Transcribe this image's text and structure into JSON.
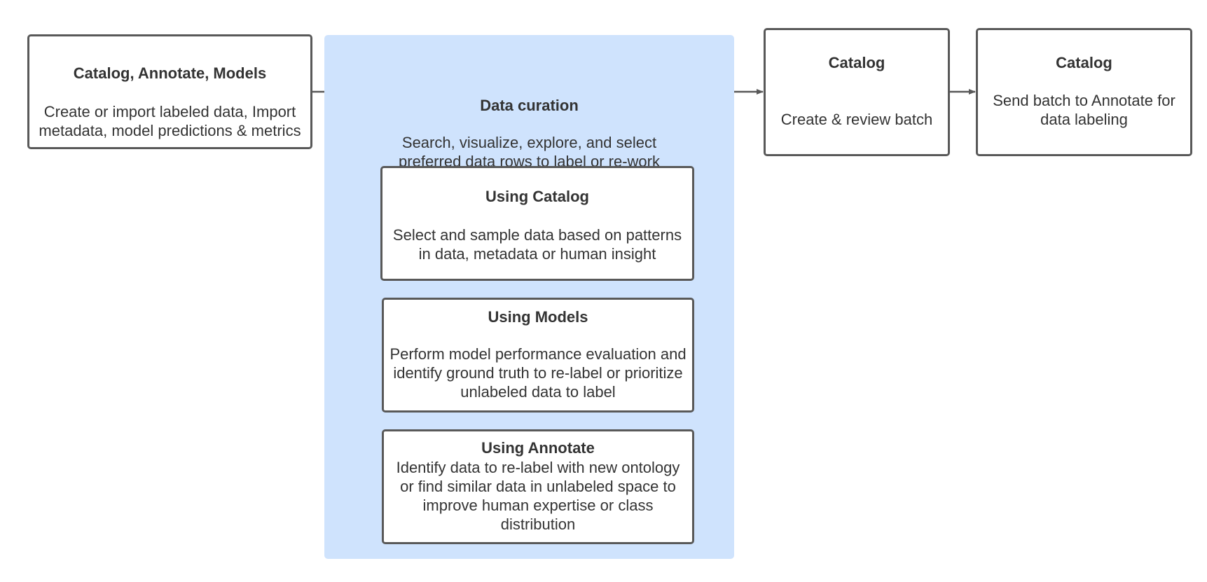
{
  "source": {
    "title": "Catalog, Annotate, Models",
    "desc_lines": [
      "Create or import labeled data, Import",
      "metadata, model predictions & metrics"
    ]
  },
  "curation": {
    "title": "Data curation",
    "desc_lines": [
      "Search, visualize, explore, and select",
      "preferred data rows to label or re-work"
    ],
    "cards": [
      {
        "title": "Using Catalog",
        "desc_lines": [
          "Select and sample data based on patterns",
          "in data, metadata or human insight"
        ]
      },
      {
        "title": "Using Models",
        "desc_lines": [
          "Perform model performance evaluation and",
          "identify ground truth to re-label or prioritize",
          "unlabeled data to label"
        ]
      },
      {
        "title": "Using Annotate",
        "desc_lines": [
          "Identify data to re-label with new ontology",
          "or find similar data in unlabeled space to",
          "improve human expertise or class",
          "distribution"
        ]
      }
    ]
  },
  "batch": {
    "title": "Catalog",
    "desc_lines": [
      "Create & review batch"
    ]
  },
  "send": {
    "title": "Catalog",
    "desc_lines": [
      "Send batch to Annotate for",
      "data labeling"
    ]
  },
  "colors": {
    "group_fill": "#cfe3fd",
    "box_border": "#595959",
    "connector": "#595959",
    "text": "#333333"
  }
}
